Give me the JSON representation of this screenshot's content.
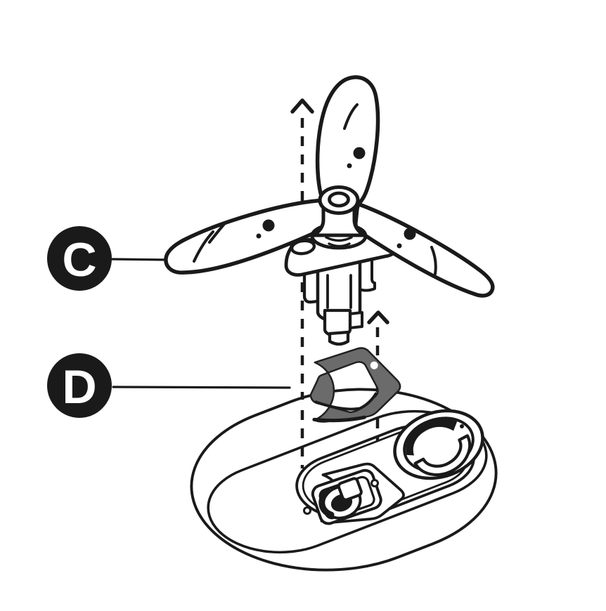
{
  "figure": {
    "background_color": "#ffffff",
    "line_color": "#1a1a1a",
    "gasket_fill_color": "#6b6b6b",
    "callouts": [
      {
        "label": "C",
        "part": "propeller-assembly"
      },
      {
        "label": "D",
        "part": "gasket"
      }
    ],
    "arrows": [
      {
        "name": "propeller-install-arrow",
        "style": "dashed",
        "direction": "up"
      },
      {
        "name": "gasket-install-arrow",
        "style": "dashed",
        "direction": "up"
      }
    ]
  }
}
